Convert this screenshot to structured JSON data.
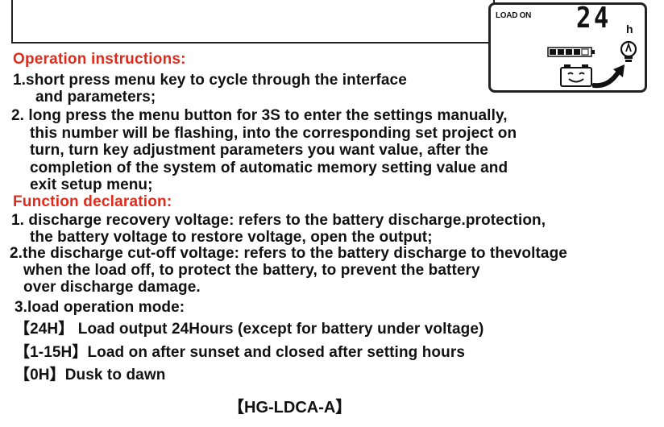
{
  "lcd": {
    "load_on_label": "LOAD ON",
    "hours_value": "24",
    "hours_unit": "h"
  },
  "operation": {
    "heading": "Operation instructions:",
    "lines": [
      "1.short press menu key to cycle through the interface",
      "and parameters;",
      "2. long press the menu button for 3S to enter the settings manually,",
      "this number will be flashing, into the corresponding set project on",
      "turn, turn key adjustment parameters you want value, after the",
      "completion of the system of automatic memory setting value and",
      "exit setup menu;"
    ]
  },
  "function": {
    "heading": "Function declaration:",
    "lines": [
      "1. discharge recovery voltage: refers to the battery discharge.protection,",
      "the battery voltage to restore voltage, open the output;",
      "2.the discharge cut-off voltage: refers to the battery discharge to thevoltage",
      "when the load off, to protect the battery, to prevent the battery",
      "over discharge damage.",
      "3.load operation mode:",
      "【24H】    Load output 24Hours (except for battery under voltage)",
      "【1-15H】Load on after sunset and closed after setting hours",
      "【0H】Dusk to dawn"
    ]
  },
  "model": "【HG-LDCA-A】",
  "colors": {
    "heading": "#e02b1c",
    "text": "#111111"
  }
}
